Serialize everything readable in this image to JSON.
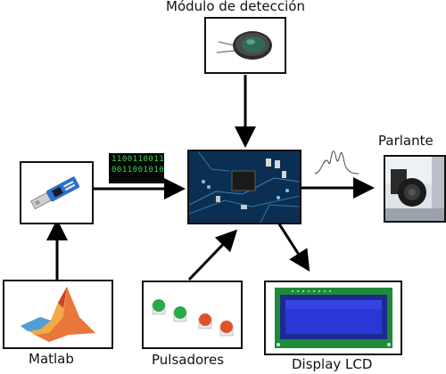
{
  "nodes": {
    "detector": {
      "label": "Módulo de detección"
    },
    "speaker": {
      "label": "Parlante"
    },
    "matlab": {
      "label": "Matlab"
    },
    "buttons": {
      "label": "Pulsadores"
    },
    "lcd": {
      "label": "Display LCD"
    }
  },
  "binary_overlay": {
    "line1": "1100110011",
    "line2": "0011001010"
  },
  "colors": {
    "arrow": "#000000",
    "pcb": "#0b2f52",
    "button_green": "#27a84a",
    "button_red": "#e0532a",
    "lcd_screen": "#2a37d6",
    "lcd_board": "#1f8a3a",
    "bits": "#39d353"
  },
  "icons": {
    "detector": "sensor-icon",
    "usb": "usb-adapter-icon",
    "pcb": "microcontroller-board-icon",
    "speaker": "speaker-photo-icon",
    "matlab": "matlab-logo-icon",
    "waveform": "audio-waveform-icon"
  }
}
